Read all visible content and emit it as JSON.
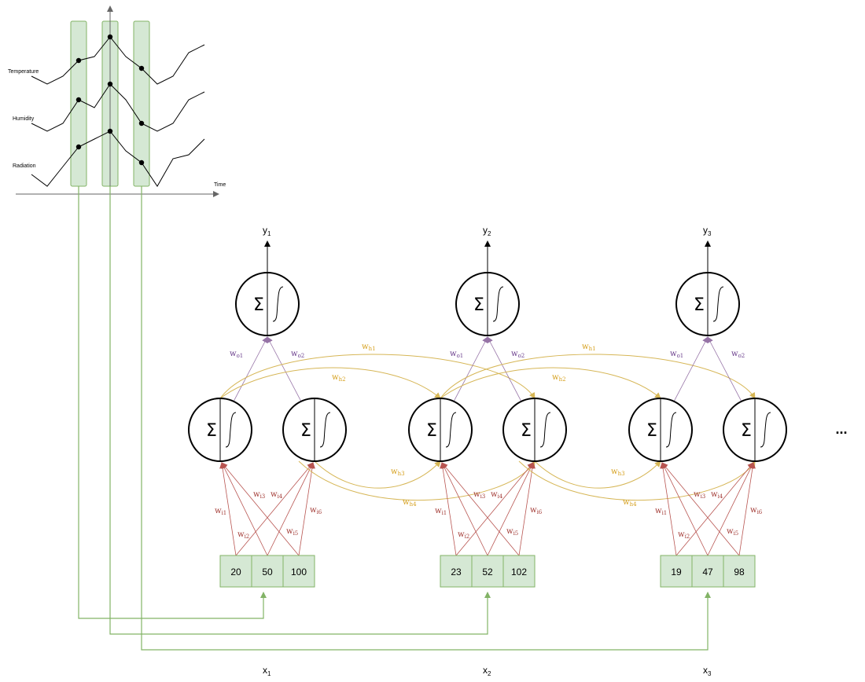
{
  "colors": {
    "green_fill": "#d5e8d4",
    "green_stroke": "#82b366",
    "input_arrow": "#b85450",
    "hidden_arrow": "#d6b656",
    "output_arrow": "#9673a6",
    "output_label": "#6a3d8c",
    "hidden_label": "#d6a01e",
    "input_label": "#a33b36",
    "axis": "#666666"
  },
  "timeseries": {
    "labels": {
      "temperature": "Temperature",
      "humidity": "Humidity",
      "radiation": "Radiation",
      "time": "Time"
    }
  },
  "neuron": {
    "sum_symbol": "Σ"
  },
  "weights": {
    "w_symbol": "w",
    "input": [
      "i1",
      "i2",
      "i3",
      "i4",
      "i5",
      "i6"
    ],
    "hidden": [
      "h1",
      "h2",
      "h3",
      "h4"
    ],
    "output": [
      "o1",
      "o2"
    ]
  },
  "timesteps": [
    {
      "x_label": "x",
      "x_sub": "1",
      "y_label": "y",
      "y_sub": "1",
      "inputs": [
        "20",
        "50",
        "100"
      ]
    },
    {
      "x_label": "x",
      "x_sub": "2",
      "y_label": "y",
      "y_sub": "2",
      "inputs": [
        "23",
        "52",
        "102"
      ]
    },
    {
      "x_label": "x",
      "x_sub": "3",
      "y_label": "y",
      "y_sub": "3",
      "inputs": [
        "19",
        "47",
        "98"
      ]
    }
  ],
  "continuation": "..."
}
